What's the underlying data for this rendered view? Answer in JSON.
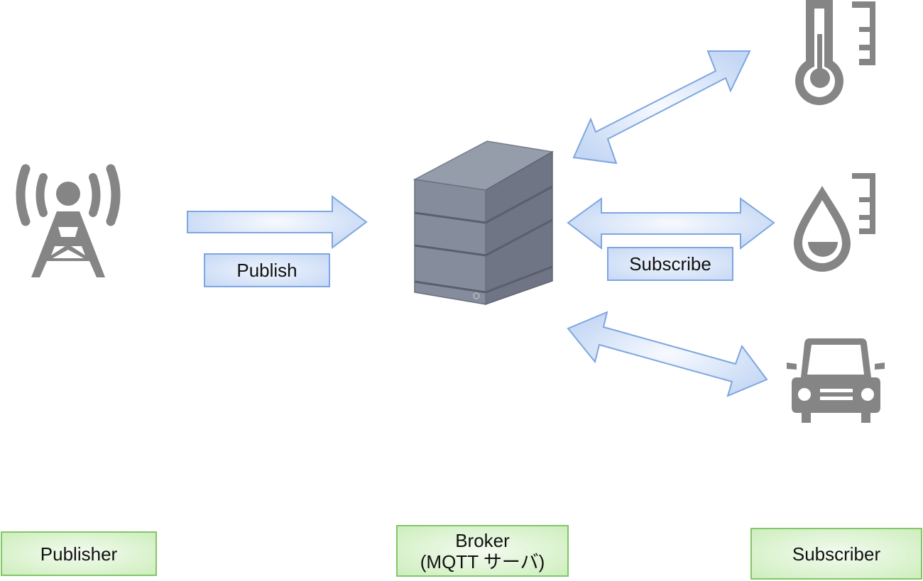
{
  "diagram": {
    "title": "MQTT Publish/Subscribe",
    "edge_labels": {
      "publish": "Publish",
      "subscribe": "Subscribe"
    },
    "roles": {
      "publisher": "Publisher",
      "broker_line1": "Broker",
      "broker_line2": "(MQTT サーバ)",
      "subscriber": "Subscriber"
    },
    "nodes": [
      {
        "id": "publisher",
        "icon": "radio-tower-icon"
      },
      {
        "id": "broker",
        "icon": "server-icon"
      },
      {
        "id": "subscriber-temperature",
        "icon": "thermometer-icon"
      },
      {
        "id": "subscriber-humidity",
        "icon": "humidity-drop-icon"
      },
      {
        "id": "subscriber-car",
        "icon": "car-icon"
      }
    ],
    "edges": [
      {
        "from": "publisher",
        "to": "broker",
        "direction": "one-way",
        "label": "Publish"
      },
      {
        "from": "broker",
        "to": "subscriber-temperature",
        "direction": "two-way"
      },
      {
        "from": "broker",
        "to": "subscriber-humidity",
        "direction": "two-way",
        "label": "Subscribe"
      },
      {
        "from": "broker",
        "to": "subscriber-car",
        "direction": "two-way"
      }
    ],
    "colors": {
      "icon_gray": "#858585",
      "arrow_stroke": "#7ea6e0",
      "arrow_fill": "#dae8fc",
      "role_border": "#82c667",
      "role_fill": "#d5e8d4",
      "server_front": "#838a99",
      "server_side": "#6e7483",
      "server_top": "#9199a6"
    }
  }
}
